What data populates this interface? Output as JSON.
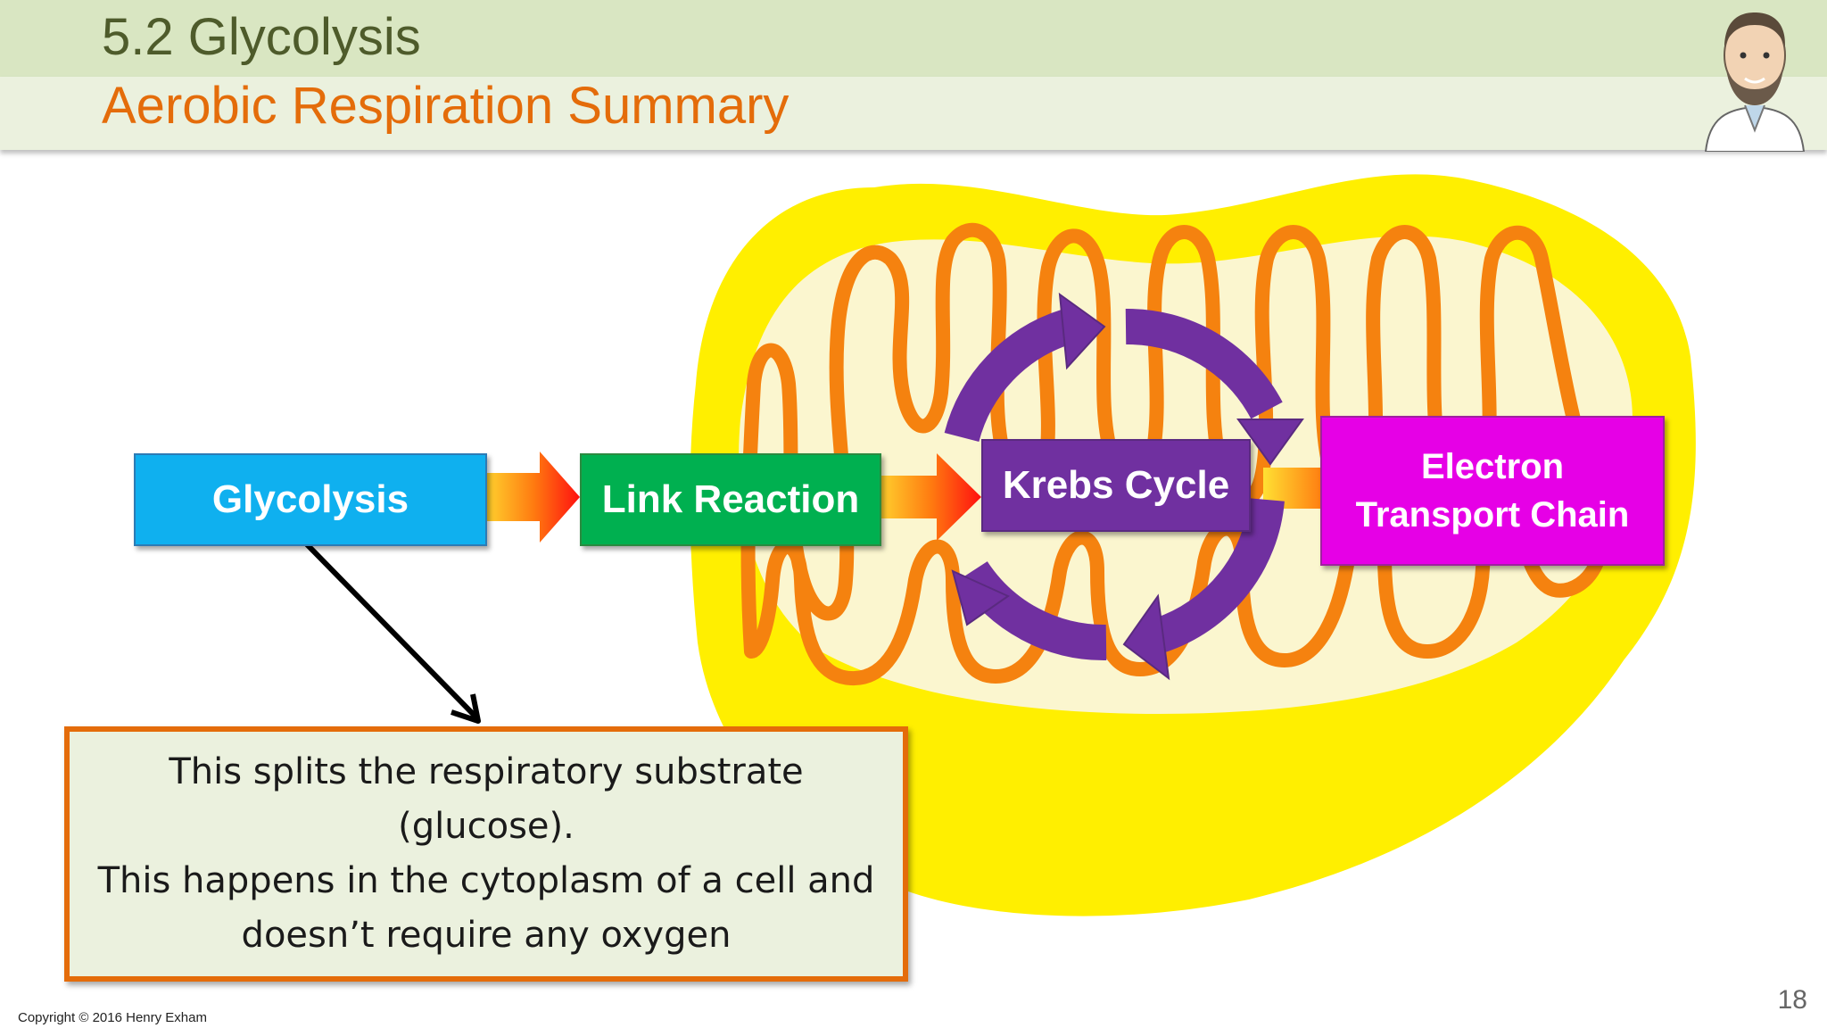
{
  "header": {
    "title": "5.2 Glycolysis",
    "subtitle": "Aerobic Respiration Summary"
  },
  "stages": {
    "glycolysis": "Glycolysis",
    "link_reaction": "Link Reaction",
    "krebs_cycle": "Krebs Cycle",
    "etc_line1": "Electron",
    "etc_line2": "Transport Chain"
  },
  "info": {
    "line1": "This splits the respiratory substrate",
    "line2": "(glucose).",
    "line3": "This happens in the cytoplasm of a cell and",
    "line4": "doesn’t require any oxygen"
  },
  "footer": {
    "copyright": "Copyright © 2016 Henry Exham",
    "slide_number": "18"
  },
  "colors": {
    "glycolysis": "#0fb0ef",
    "link_reaction": "#00b050",
    "krebs_cycle": "#7030a0",
    "electron_transport_chain": "#e600e6",
    "mitochondrion_outer": "#ffef00",
    "cristae": "#f5820f",
    "accent_orange": "#e46c0a"
  }
}
